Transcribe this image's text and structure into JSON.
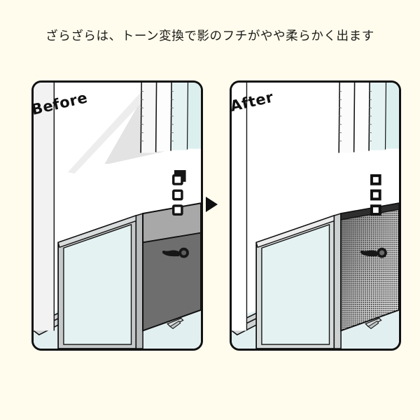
{
  "page": {
    "background_color": "#fffced",
    "title": "ざらざらは、トーン変換で影のフチがやや柔らかく出ます"
  },
  "comparison": {
    "arrow_icon": "right-triangle-arrow-icon",
    "panels": [
      {
        "id": "before",
        "label": "Before",
        "caption_style": "handwritten",
        "border_color": "#111111",
        "background_color": "#ffffff",
        "floor_color": "#e2eff0",
        "door_color": "#6e6e6e",
        "door_top_band_color": "#a8a8a8",
        "shadow_color": "#e3e3e3",
        "shading_type": "flat-hard-edge",
        "door_items": [
          "square-plate",
          "square-plate",
          "square-plate",
          "lever-handle",
          "door-stopper"
        ]
      },
      {
        "id": "after",
        "label": "After",
        "caption_style": "handwritten",
        "border_color": "#111111",
        "background_color": "#ffffff",
        "floor_color": "#e2eff0",
        "door_color": "#6e6e6e",
        "door_top_band_color": "#3a3a3a",
        "shadow_color": "#ffffff",
        "shading_type": "grainy-halftone-gradient",
        "door_items": [
          "square-plate",
          "square-plate",
          "square-plate",
          "lever-handle",
          "door-stopper"
        ]
      }
    ]
  },
  "scene": {
    "glass_color": "#e4f2f2",
    "frame_color": "#c6c9c9",
    "frame_edge_color": "#8e9191",
    "curtain_colors": [
      "#ededed",
      "#fafafa",
      "#ffffff",
      "#e4f2f2"
    ],
    "outline_color": "#111111"
  }
}
